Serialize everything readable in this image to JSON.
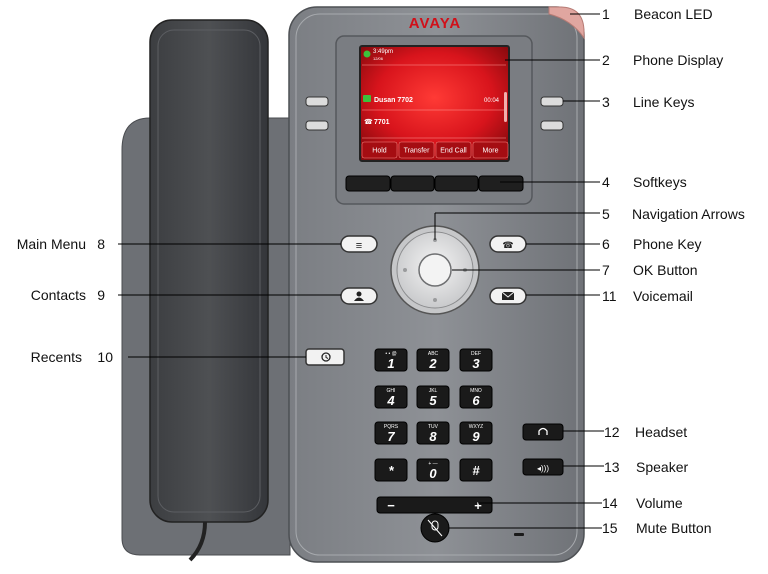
{
  "brand": "AVAYA",
  "screen": {
    "time": "3:49pm",
    "date": "12/06",
    "line1_name": "Dusan 7702",
    "line1_timer": "00:04",
    "line2_name": "7701",
    "softkeys": [
      "Hold",
      "Transfer",
      "End Call",
      "More"
    ]
  },
  "keypad": [
    {
      "num": "1",
      "letters": "• • @"
    },
    {
      "num": "2",
      "letters": "ABC"
    },
    {
      "num": "3",
      "letters": "DEF"
    },
    {
      "num": "4",
      "letters": "GHI"
    },
    {
      "num": "5",
      "letters": "JKL"
    },
    {
      "num": "6",
      "letters": "MNO"
    },
    {
      "num": "7",
      "letters": "PQRS"
    },
    {
      "num": "8",
      "letters": "TUV"
    },
    {
      "num": "9",
      "letters": "WXYZ"
    },
    {
      "num": "*",
      "letters": ""
    },
    {
      "num": "0",
      "letters": "+ —"
    },
    {
      "num": "#",
      "letters": ""
    }
  ],
  "volume": {
    "minus": "−",
    "plus": "+"
  },
  "callouts": [
    {
      "id": "beacon-led",
      "number": "1",
      "label": "Beacon LED"
    },
    {
      "id": "phone-display",
      "number": "2",
      "label": "Phone Display"
    },
    {
      "id": "line-keys",
      "number": "3",
      "label": "Line Keys"
    },
    {
      "id": "softkeys",
      "number": "4",
      "label": "Softkeys"
    },
    {
      "id": "navigation-arrows",
      "number": "5",
      "label": "Navigation Arrows"
    },
    {
      "id": "phone-key",
      "number": "6",
      "label": "Phone Key"
    },
    {
      "id": "ok-button",
      "number": "7",
      "label": "OK Button"
    },
    {
      "id": "main-menu",
      "number": "8",
      "label": "Main Menu"
    },
    {
      "id": "contacts",
      "number": "9",
      "label": "Contacts"
    },
    {
      "id": "recents",
      "number": "10",
      "label": "Recents"
    },
    {
      "id": "voicemail",
      "number": "11",
      "label": "Voicemail"
    },
    {
      "id": "headset",
      "number": "12",
      "label": "Headset"
    },
    {
      "id": "speaker",
      "number": "13",
      "label": "Speaker"
    },
    {
      "id": "volume",
      "number": "14",
      "label": "Volume"
    },
    {
      "id": "mute-button",
      "number": "15",
      "label": "Mute Button"
    }
  ],
  "colors": {
    "body": "#8a8d92",
    "body_dark": "#55585c",
    "led": "#e0a6a0",
    "screen_red": "#d8141c",
    "key": "#1a1a1a",
    "label_key": "#f2f2f2"
  }
}
